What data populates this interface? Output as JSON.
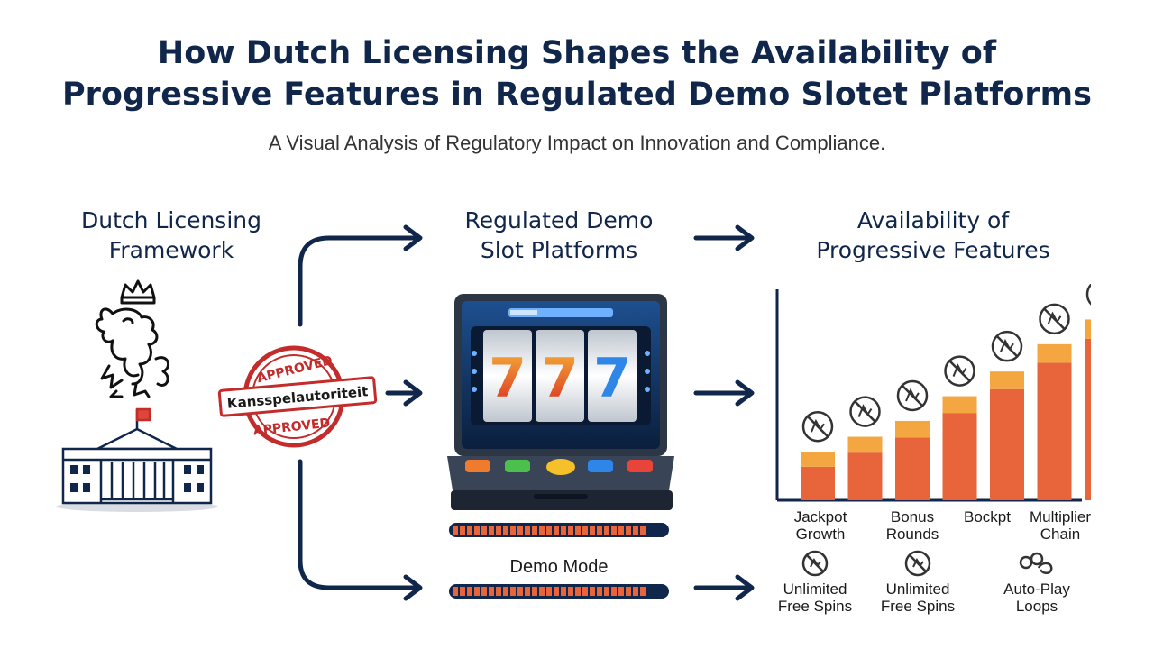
{
  "title_line1": "How Dutch Licensing Shapes the Availability of",
  "title_line2": "Progressive Features in Regulated Demo Slotet Platforms",
  "subtitle": "A Visual Analysis of Regulatory Impact on Innovation and Compliance.",
  "columns": {
    "left": {
      "line1": "Dutch Licensing",
      "line2": "Framework"
    },
    "middle": {
      "line1": "Regulated Demo",
      "line2": "Slot Platforms"
    },
    "right": {
      "line1": "Availability of",
      "line2": "Progressive Features"
    }
  },
  "stamp": {
    "top": "APPROVED",
    "banner": "Kansspelautoriteit",
    "bottom": "APPROVED"
  },
  "demo_mode_label": "Demo Mode",
  "demo_progress": [
    0.9,
    0.9
  ],
  "colors": {
    "navy": "#10264a",
    "orange": "#e8643a",
    "orange_light": "#f4a640",
    "stamp_red": "#c42b2b"
  },
  "features_row1": [
    {
      "line1": "Jackpot",
      "line2": "Growth"
    },
    {
      "line1": "Bonus",
      "line2": "Rounds"
    },
    {
      "line1": "Bockpt",
      "line2": ""
    },
    {
      "line1": "Multiplier",
      "line2": "Chain"
    }
  ],
  "features_row2": [
    {
      "line1": "Unlimited",
      "line2": "Free Spins",
      "icon": "blocked-icon"
    },
    {
      "line1": "Unlimited",
      "line2": "Free Spins",
      "icon": "blocked-icon"
    },
    {
      "line1": "Auto-Play",
      "line2": "Loops",
      "icon": "cloud-link-icon"
    }
  ],
  "chart_data": {
    "type": "bar",
    "categories": [
      "",
      "",
      "",
      "",
      "",
      "",
      ""
    ],
    "values": [
      55,
      72,
      90,
      118,
      146,
      177,
      205
    ],
    "top_segment": [
      17,
      18,
      19,
      19,
      20,
      21,
      22
    ],
    "ylim": [
      0,
      230
    ],
    "icons": "blocked-icon",
    "grid": false
  }
}
